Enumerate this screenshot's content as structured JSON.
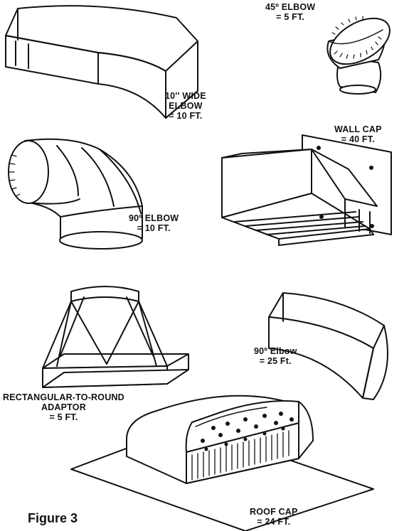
{
  "labels": {
    "elbow_45": [
      "45º ELBOW",
      "= 5 FT."
    ],
    "wide_elbow": [
      "10'' WIDE",
      "ELBOW",
      "= 10 FT."
    ],
    "wall_cap": [
      "WALL CAP",
      "= 40 FT."
    ],
    "elbow_90_round": [
      "90º ELBOW",
      "= 10 FT."
    ],
    "elbow_90_rect": [
      "90º Elbow",
      "= 25 Ft."
    ],
    "adaptor": [
      "RECTANGULAR-TO-ROUND",
      "ADAPTOR",
      "= 5 FT."
    ],
    "roof_cap": [
      "ROOF CAP",
      "= 24 FT."
    ]
  },
  "caption": "Figure 3"
}
